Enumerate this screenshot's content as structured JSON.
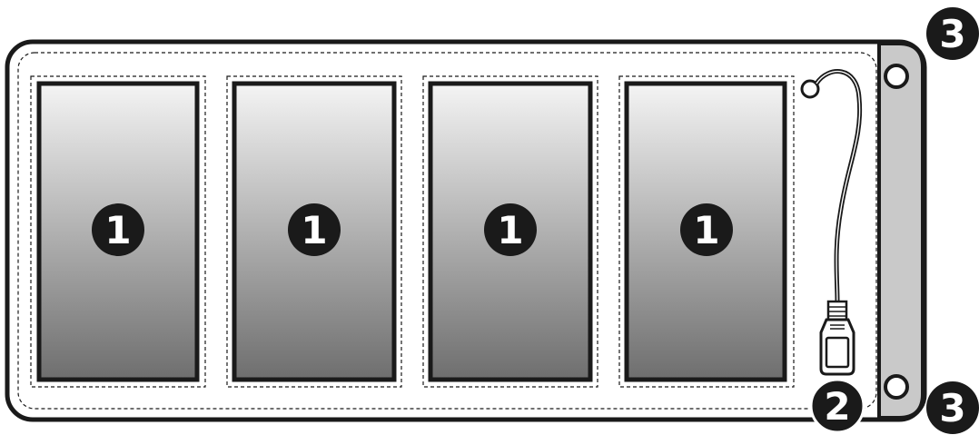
{
  "diagram": {
    "panels": [
      {
        "marker": "1"
      },
      {
        "marker": "1"
      },
      {
        "marker": "1"
      },
      {
        "marker": "1"
      }
    ],
    "usb_cable_marker": "2",
    "grommet_markers": [
      "3",
      "3"
    ],
    "colors": {
      "outline": "#1a1a1a",
      "panel_gradient_top": "#f4f4f4",
      "panel_gradient_bottom": "#6e6e6e",
      "side_strip": "#c9c9c9",
      "marker_fill": "#1a1a1a",
      "marker_text": "#ffffff"
    }
  }
}
